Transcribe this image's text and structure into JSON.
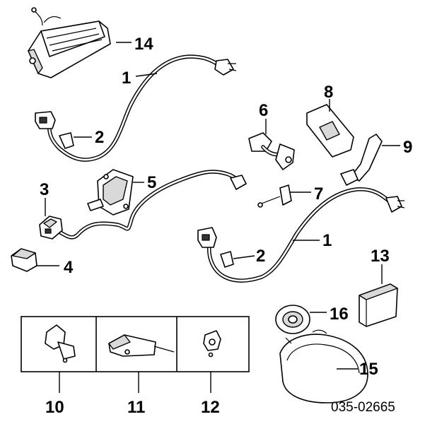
{
  "callouts": [
    {
      "id": "c1a",
      "label": "1"
    },
    {
      "id": "c1b",
      "label": "1"
    },
    {
      "id": "c2a",
      "label": "2"
    },
    {
      "id": "c2b",
      "label": "2"
    },
    {
      "id": "c3",
      "label": "3"
    },
    {
      "id": "c4",
      "label": "4"
    },
    {
      "id": "c5",
      "label": "5"
    },
    {
      "id": "c6",
      "label": "6"
    },
    {
      "id": "c7",
      "label": "7"
    },
    {
      "id": "c8",
      "label": "8"
    },
    {
      "id": "c9",
      "label": "9"
    },
    {
      "id": "c10",
      "label": "10"
    },
    {
      "id": "c11",
      "label": "11"
    },
    {
      "id": "c12",
      "label": "12"
    },
    {
      "id": "c13",
      "label": "13"
    },
    {
      "id": "c14",
      "label": "14"
    },
    {
      "id": "c15",
      "label": "15"
    },
    {
      "id": "c16",
      "label": "16"
    }
  ],
  "diagram_code": "035-02665"
}
